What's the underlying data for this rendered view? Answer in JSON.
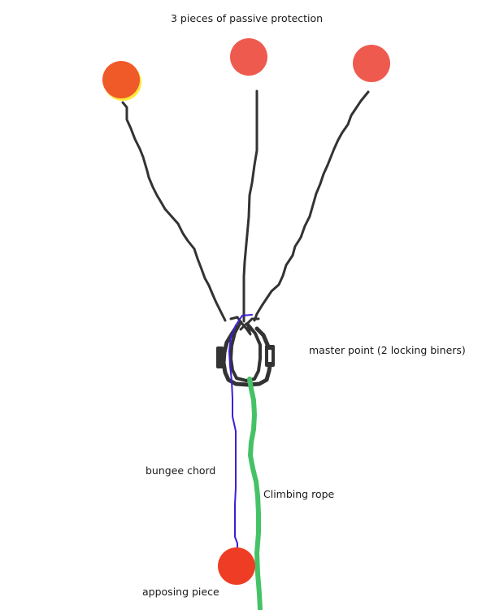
{
  "labels": {
    "title": "3 pieces of passive protection",
    "master_point": "master point (2 locking biners)",
    "bungee": "bungee chord",
    "rope": "Climbing rope",
    "apposing": "apposing piece"
  },
  "colors": {
    "protection_left": "#f05a28",
    "protection_left_halo": "#ffe93b",
    "protection_center": "#ee5a4e",
    "protection_right": "#ee5a4e",
    "apposing_piece": "#ee3d24",
    "anchor_lines": "#333333",
    "bungee": "#3b1fd6",
    "rope": "#45c266",
    "biners": "#333333"
  }
}
